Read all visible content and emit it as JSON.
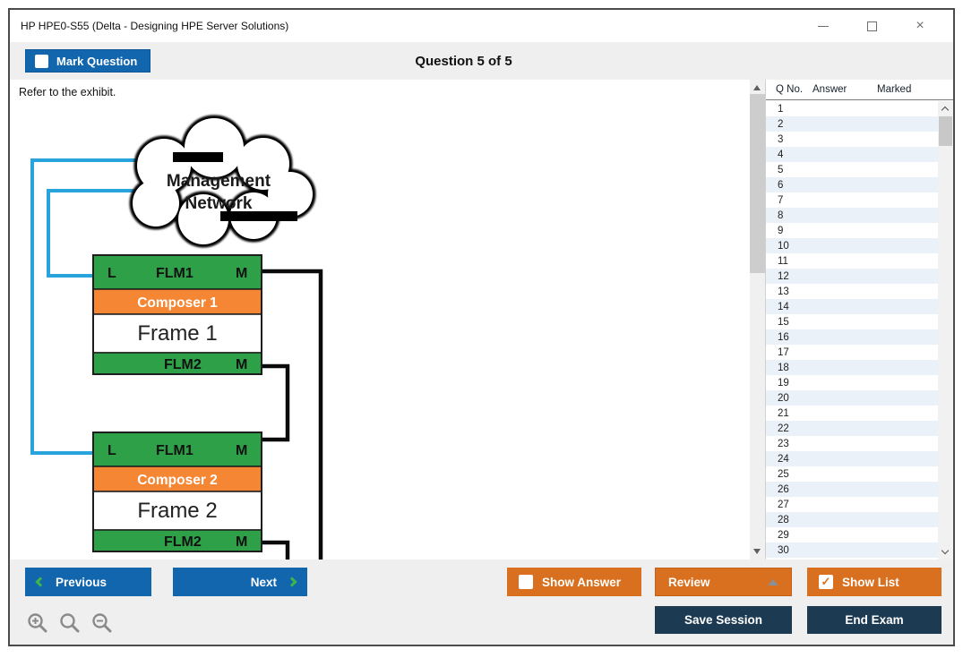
{
  "window": {
    "title": "HP HPE0-S55 (Delta - Designing HPE Server Solutions)",
    "close_glyph": "×"
  },
  "header": {
    "mark_question": "Mark Question",
    "mark_question_checked": false,
    "question_counter": "Question 5 of 5"
  },
  "main": {
    "prompt": "Refer to the exhibit."
  },
  "exhibit": {
    "cloud": {
      "line1": "Management",
      "line2": "Network"
    },
    "frame1": {
      "left_port": "L",
      "flm1": "FLM1",
      "m1": "M",
      "composer": "Composer 1",
      "name": "Frame 1",
      "flm2": "FLM2",
      "m2": "M"
    },
    "frame2": {
      "left_port": "L",
      "flm1": "FLM1",
      "m1": "M",
      "composer": "Composer 2",
      "name": "Frame 2",
      "flm2": "FLM2",
      "m2": "M"
    },
    "colors": {
      "green": "#2EA148",
      "orange": "#F58634",
      "blue-link": "#29A3DC",
      "black-link": "#0A0A0A"
    }
  },
  "question_list": {
    "columns": [
      "Q No.",
      "Answer",
      "Marked"
    ],
    "rows": [
      "1",
      "2",
      "3",
      "4",
      "5",
      "6",
      "7",
      "8",
      "9",
      "10",
      "11",
      "12",
      "13",
      "14",
      "15",
      "16",
      "17",
      "18",
      "19",
      "20",
      "21",
      "22",
      "23",
      "24",
      "25",
      "26",
      "27",
      "28",
      "29",
      "30"
    ]
  },
  "footer": {
    "previous": "Previous",
    "next": "Next",
    "show_answer": "Show Answer",
    "show_answer_checked": false,
    "review": "Review",
    "show_list": "Show List",
    "show_list_checked": true,
    "save_session": "Save Session",
    "end_exam": "End Exam"
  },
  "colors": {
    "accent-blue": "#1266AE",
    "accent-orange": "#D8701F",
    "dark-navy": "#1C3A52",
    "chevron-green": "#3DB54A",
    "row-alt": "#EAF1F8"
  }
}
